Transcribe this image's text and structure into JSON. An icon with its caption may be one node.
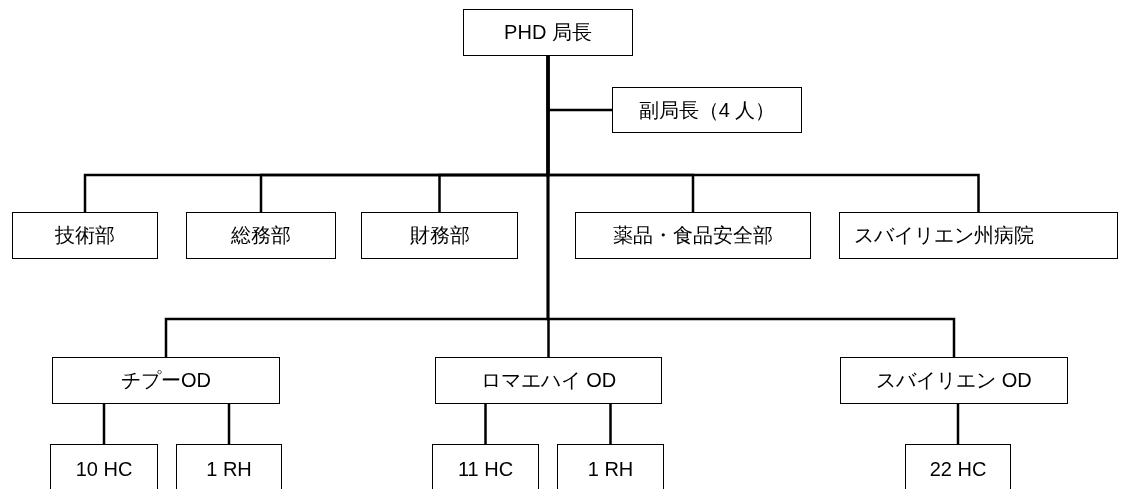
{
  "diagram": {
    "nodes": [
      {
        "text": [
          "PHD 局長"
        ]
      },
      {
        "text": [
          "副局長（4 人）"
        ]
      },
      {
        "text": [
          "技術部"
        ]
      },
      {
        "text": [
          "総務部"
        ]
      },
      {
        "text": [
          "財務部"
        ]
      },
      {
        "text": [
          "薬品・食品安全部"
        ]
      },
      {
        "text": [
          "スバイリエン州病院"
        ]
      },
      {
        "text": [
          "チプーOD"
        ]
      },
      {
        "text": [
          "ロマエハイ OD"
        ]
      },
      {
        "text": [
          "スバイリエン OD"
        ]
      },
      {
        "text": [
          "10 HC"
        ]
      },
      {
        "text": [
          "1 RH"
        ]
      },
      {
        "text": [
          "11 HC"
        ]
      },
      {
        "text": [
          "1 RH"
        ]
      },
      {
        "text": [
          "22 HC"
        ]
      }
    ],
    "edges": [
      {
        "from": 0,
        "to": 1,
        "arrow": "none"
      },
      {
        "from": 0,
        "to": 2,
        "arrow": "none"
      },
      {
        "from": 0,
        "to": 3,
        "arrow": "none"
      },
      {
        "from": 0,
        "to": 4,
        "arrow": "none"
      },
      {
        "from": 0,
        "to": 5,
        "arrow": "none"
      },
      {
        "from": 0,
        "to": 6,
        "arrow": "none"
      },
      {
        "from": 0,
        "to": 7,
        "arrow": "none"
      },
      {
        "from": 0,
        "to": 8,
        "arrow": "none"
      },
      {
        "from": 0,
        "to": 9,
        "arrow": "none"
      },
      {
        "from": 7,
        "to": 10,
        "arrow": "none"
      },
      {
        "from": 7,
        "to": 11,
        "arrow": "none"
      },
      {
        "from": 8,
        "to": 12,
        "arrow": "none"
      },
      {
        "from": 8,
        "to": 13,
        "arrow": "none"
      },
      {
        "from": 9,
        "to": 14,
        "arrow": "none"
      }
    ]
  }
}
